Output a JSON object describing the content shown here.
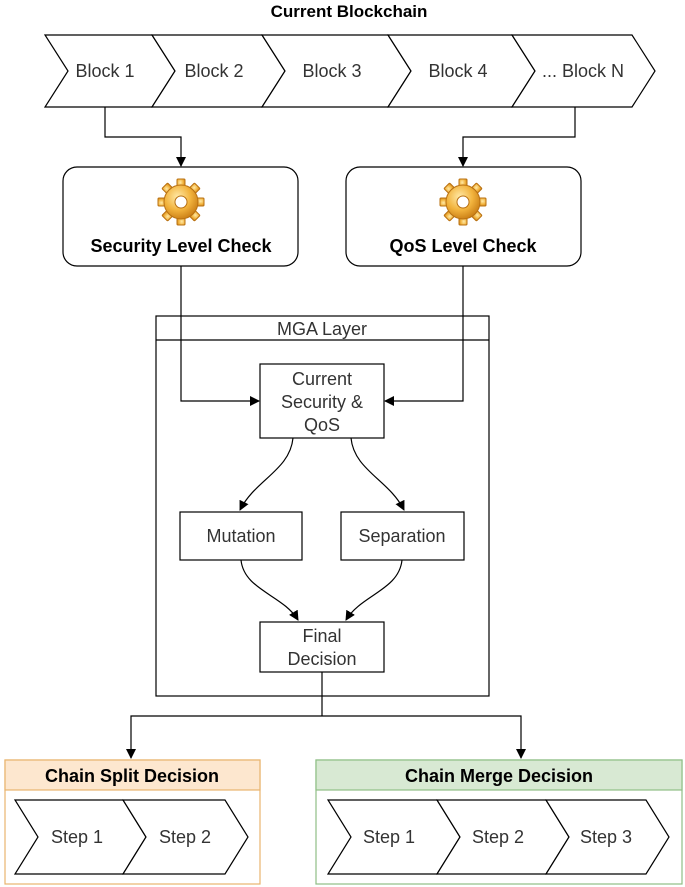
{
  "title": "Current Blockchain",
  "blocks": [
    "Block 1",
    "Block 2",
    "Block 3",
    "Block 4",
    "... Block N"
  ],
  "checks": {
    "security": "Security Level Check",
    "qos": "QoS Level Check"
  },
  "mga": {
    "layer_label": "MGA Layer",
    "current_lines": [
      "Current",
      "Security &",
      "QoS"
    ],
    "mutation": "Mutation",
    "separation": "Separation",
    "final_lines": [
      "Final",
      "Decision"
    ]
  },
  "split": {
    "title": "Chain Split Decision",
    "steps": [
      "Step 1",
      "Step 2"
    ],
    "header_fill": "#fde7cf",
    "border": "#e8b46e"
  },
  "merge": {
    "title": "Chain Merge Decision",
    "steps": [
      "Step 1",
      "Step 2",
      "Step 3"
    ],
    "header_fill": "#d8e9d3",
    "border": "#8fbf85"
  },
  "icons": {
    "check_icon": "gear-icon",
    "gear_color": "#f2b33d"
  }
}
